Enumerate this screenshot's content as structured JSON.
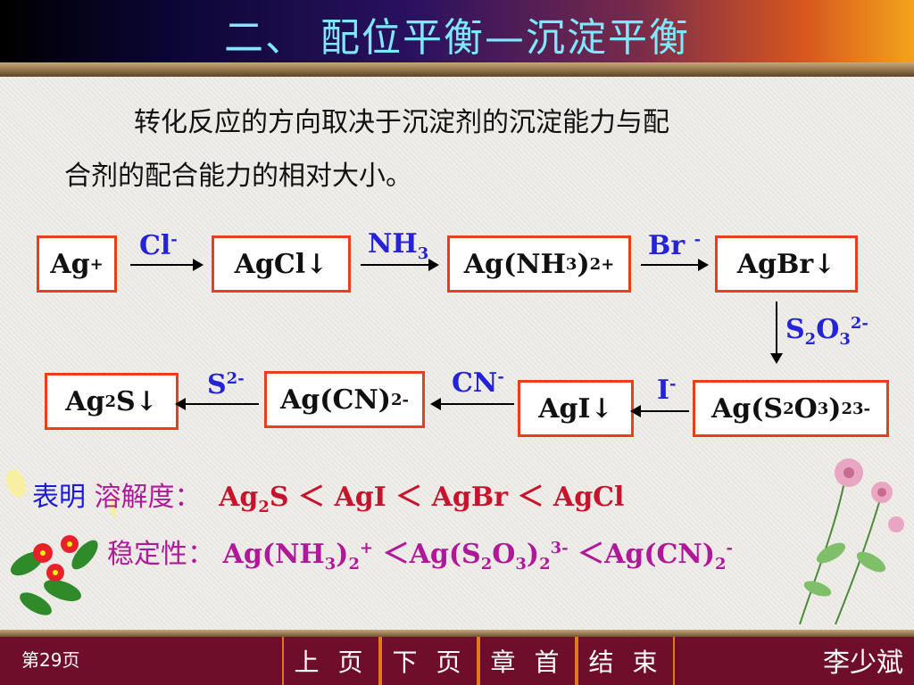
{
  "header": {
    "title": "二、 配位平衡—沉淀平衡"
  },
  "intro": {
    "line1": "转化反应的方向取决于沉淀剂的沉淀能力与配",
    "line2": "合剂的配合能力的相对大小。"
  },
  "scheme": {
    "row1": [
      {
        "base": "Ag",
        "sup": "+"
      },
      {
        "base": "AgCl↓"
      },
      {
        "pre": "Ag(NH",
        "sub": "3",
        "mid": ")",
        "sub2": "2",
        "sup": "+"
      },
      {
        "base": "AgBr↓"
      }
    ],
    "row1_reagents": [
      {
        "base": "Cl",
        "sup": "-"
      },
      {
        "base": "NH",
        "sub": "3"
      },
      {
        "base": "Br ",
        "sup": "-"
      }
    ],
    "down_reagent": {
      "a": "S",
      "sub": "2",
      "b": "O",
      "sub2": "3",
      "sup": "2-"
    },
    "row2": [
      {
        "pre": "Ag",
        "sub": "2",
        "post": "S↓"
      },
      {
        "pre": "Ag(CN)",
        "sub": "2",
        "sup": "-"
      },
      {
        "base": "AgI↓"
      },
      {
        "pre": "Ag(S",
        "sub": "2",
        "mid": "O",
        "sub2": "3",
        "mid2": ")",
        "sub3": "2",
        "sup": "3-"
      }
    ],
    "row2_reagents": [
      {
        "base": "S",
        "sup": "2-"
      },
      {
        "base": "CN",
        "sup": "-"
      },
      {
        "base": "I",
        "sup": "-"
      }
    ]
  },
  "conclusion": {
    "label": "表明",
    "solubility_label": "溶解度：",
    "solubility_expr": {
      "a": "Ag",
      "sub": "2",
      "b": "S ＜ AgI ＜ AgBr ＜ AgCl"
    },
    "stability_label": "稳定性：",
    "stability_expr": {
      "a": "Ag(NH",
      "s1": "3",
      "b": ")",
      "s2": "2",
      "p1": "+",
      "c": " ＜Ag(S",
      "s3": "2",
      "d": "O",
      "s4": "3",
      "e": ")",
      "s5": "2",
      "p2": "3-",
      "f": " ＜Ag(CN)",
      "s6": "2",
      "p3": "-"
    }
  },
  "footer": {
    "page": "第29页",
    "nav": [
      "上 页",
      "下 页",
      "章 首",
      "结 束"
    ],
    "author": "李少斌"
  },
  "colors": {
    "box_border": "#e8401d",
    "reagent": "#2424d6",
    "footer": "#6e0e2a"
  }
}
